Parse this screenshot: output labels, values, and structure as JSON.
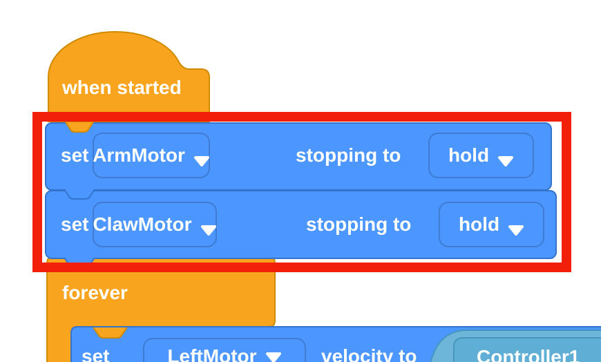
{
  "colors": {
    "bg": "#FFFFFF",
    "orange": "#F9A41F",
    "orange_border": "#D08A00",
    "blue": "#4C97FF",
    "blue_border": "#3373CC",
    "teal_outer": "#6DB5D9",
    "teal_inner": "#5FAED6",
    "teal_border": "#4596BE",
    "red": "#F2200A",
    "text": "#FFFFFF"
  },
  "hat_block": {
    "label": "when started"
  },
  "set_blocks": [
    {
      "action": "set",
      "motor": "ArmMotor",
      "property": "stopping to",
      "value": "hold"
    },
    {
      "action": "set",
      "motor": "ClawMotor",
      "property": "stopping to",
      "value": "hold"
    }
  ],
  "forever_block": {
    "label": "forever"
  },
  "inner_block": {
    "action": "set",
    "motor": "LeftMotor",
    "property": "velocity to",
    "value": "Controller1"
  },
  "icons": {
    "dropdown_caret": "triangle-down"
  }
}
